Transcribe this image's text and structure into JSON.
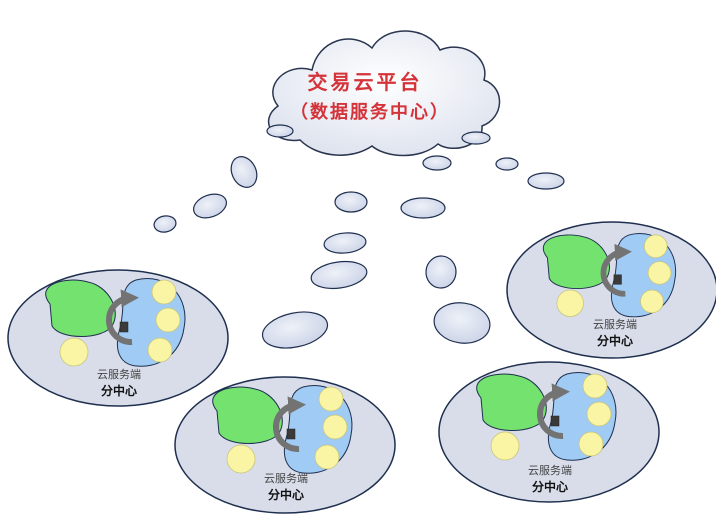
{
  "cloud": {
    "title": "交易云平台",
    "subtitle": "（数据服务中心）"
  },
  "centers": [
    {
      "sub": "云服务端",
      "main": "分中心"
    },
    {
      "sub": "云服务端",
      "main": "分中心"
    },
    {
      "sub": "云服务端",
      "main": "分中心"
    },
    {
      "sub": "云服务端",
      "main": "分中心"
    }
  ],
  "colors": {
    "cloud_fill": "#e4e8f2",
    "cloud_text": "#d4333a",
    "bubble_fill": "#d5dcec",
    "bubble_stroke": "#1f2f4f",
    "center_fill": "#d8dde9",
    "node_green": "#73e26f",
    "node_blue": "#9fcbf4",
    "node_yellow": "#faf5a4",
    "cycle_arrow": "#737373"
  }
}
